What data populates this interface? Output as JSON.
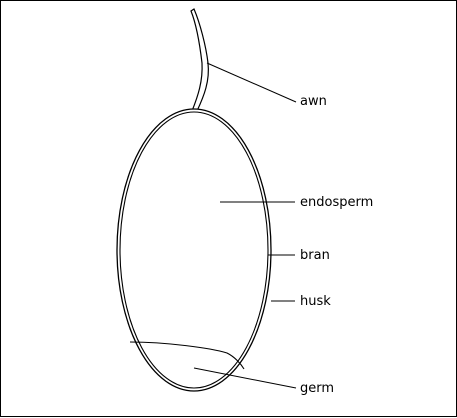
{
  "diagram": {
    "labels": {
      "awn": "awn",
      "endosperm": "endosperm",
      "bran": "bran",
      "husk": "husk",
      "germ": "germ"
    },
    "colors": {
      "stroke": "#000000",
      "background": "#ffffff"
    }
  }
}
